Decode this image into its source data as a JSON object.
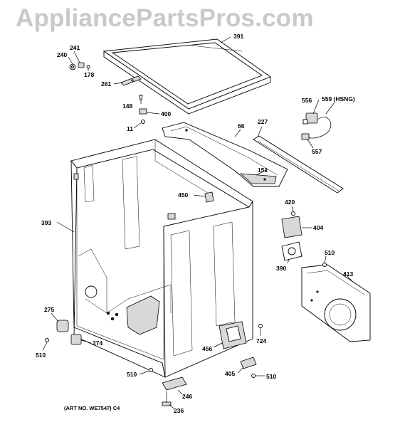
{
  "watermark": "AppliancePartsPros.com",
  "art_number": "(ART NO. WE7547) C4",
  "labels": {
    "p391": "391",
    "p241": "241",
    "p240": "240",
    "p178": "178",
    "p261": "261",
    "p148": "148",
    "p400": "400",
    "p11": "11",
    "p66": "66",
    "p227": "227",
    "p556": "556",
    "p559": "559 (HSNG)",
    "p557": "557",
    "p151": "151",
    "p450": "450",
    "p420": "420",
    "p393": "393",
    "p404": "404",
    "p390": "390",
    "p510a": "510",
    "p413": "413",
    "p275": "275",
    "p510b": "510",
    "p274": "274",
    "p724": "724",
    "p456": "456",
    "p510c": "510",
    "p405": "405",
    "p510d": "510",
    "p246": "246",
    "p236": "236"
  }
}
